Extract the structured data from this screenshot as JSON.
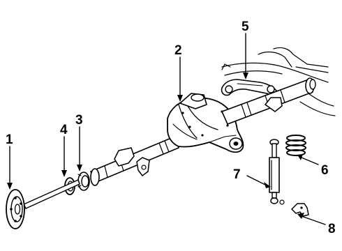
{
  "callouts": [
    {
      "number": "1",
      "part": "axle-shaft"
    },
    {
      "number": "2",
      "part": "axle-housing"
    },
    {
      "number": "3",
      "part": "bearing"
    },
    {
      "number": "4",
      "part": "seal"
    },
    {
      "number": "5",
      "part": "upper-control-arm"
    },
    {
      "number": "6",
      "part": "coil-spring"
    },
    {
      "number": "7",
      "part": "shock-absorber"
    },
    {
      "number": "8",
      "part": "bracket"
    }
  ],
  "colors": {
    "line": "#000000",
    "background": "#ffffff"
  }
}
